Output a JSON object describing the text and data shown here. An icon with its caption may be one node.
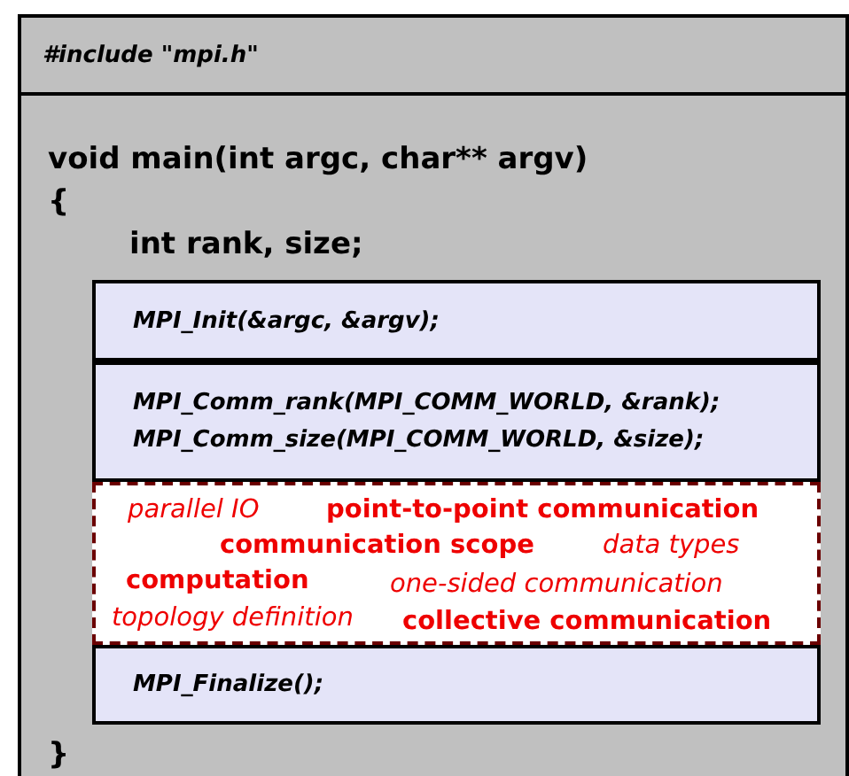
{
  "diagram": {
    "nodes": [
      {
        "text": [
          "#include \"mpi.h\"",
          "void main(int argc, char** argv)",
          "{",
          "int rank, size;",
          "}"
        ]
      },
      {
        "text": [
          "MPI_Init(&argc, &argv);"
        ],
        "in": 0
      },
      {
        "text": [
          "MPI_Comm_rank(MPI_COMM_WORLD, &rank);",
          "MPI_Comm_size(MPI_COMM_WORLD, &size);"
        ],
        "in": 0
      },
      {
        "text": [
          "parallel IO",
          "point-to-point communication",
          "communication scope",
          "data types",
          "computation",
          "one-sided communication",
          "topology definition",
          "collective communication"
        ],
        "in": 0
      },
      {
        "text": [
          "MPI_Finalize();"
        ],
        "in": 0
      }
    ]
  }
}
